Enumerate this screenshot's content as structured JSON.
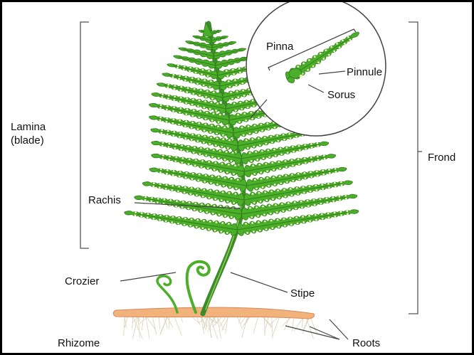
{
  "labels": {
    "lamina_line1": "Lamina",
    "lamina_line2": "(blade)",
    "frond": "Frond",
    "pinna": "Pinna",
    "pinnule": "Pinnule",
    "sorus": "Sorus",
    "rachis": "Rachis",
    "crozier": "Crozier",
    "stipe": "Stipe",
    "rhizome": "Rhizome",
    "roots": "Roots"
  },
  "colors": {
    "leaf": "#4caf2a",
    "leaf_dark": "#2f7d1a",
    "leaf_light": "#8fd14f",
    "stem": "#3d8a2a",
    "sorus": "#e9f7b8",
    "rhizome": "#f2b27c",
    "rhizome_edge": "#d8895a",
    "roots": "#d9d2b8",
    "lines": "#444444"
  }
}
